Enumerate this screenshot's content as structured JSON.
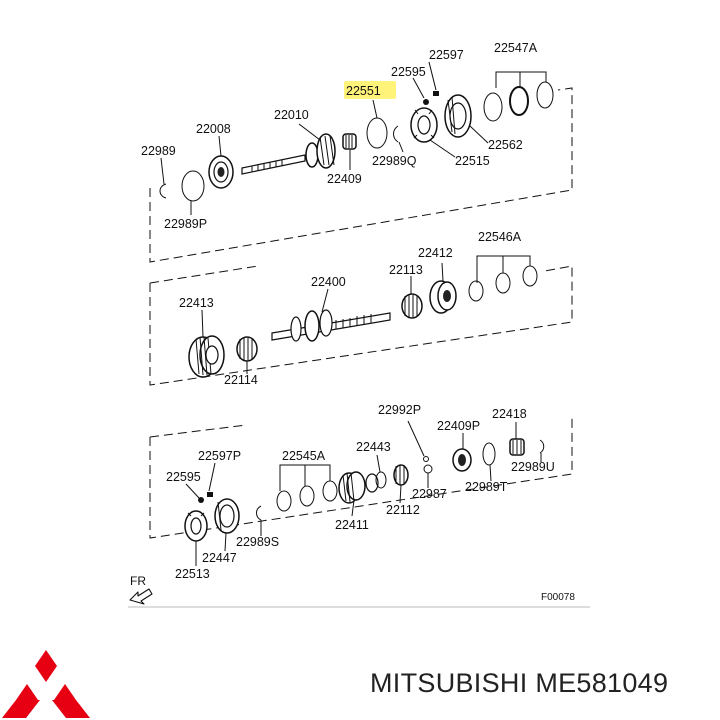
{
  "diagram": {
    "highlight_color": "#fff37a",
    "part_labels": {
      "l22597": "22597",
      "l22547A": "22547A",
      "l22595a": "22595",
      "l22551": "22551",
      "l22010": "22010",
      "l22008": "22008",
      "l22989": "22989",
      "l22409a": "22409",
      "l22989Q": "22989Q",
      "l22515": "22515",
      "l22562": "22562",
      "l22989P": "22989P",
      "l22546A": "22546A",
      "l22412": "22412",
      "l22113": "22113",
      "l22400": "22400",
      "l22413": "22413",
      "l22114": "22114",
      "l22992P": "22992P",
      "l22418": "22418",
      "l22409P": "22409P",
      "l22443": "22443",
      "l22597P": "22597P",
      "l22545A": "22545A",
      "l22595b": "22595",
      "l22989U": "22989U",
      "l22989T": "22989T",
      "l22987": "22987",
      "l22112": "22112",
      "l22411": "22411",
      "l22989S": "22989S",
      "l22447": "22447",
      "l22513": "22513"
    },
    "direction_label": "FR",
    "reference_code": "F00078"
  },
  "footer": {
    "brand_caption": "MITSUBISHI ME581049",
    "logo_icon": "mitsubishi-three-diamond-icon",
    "logo_color": "#e60012"
  }
}
